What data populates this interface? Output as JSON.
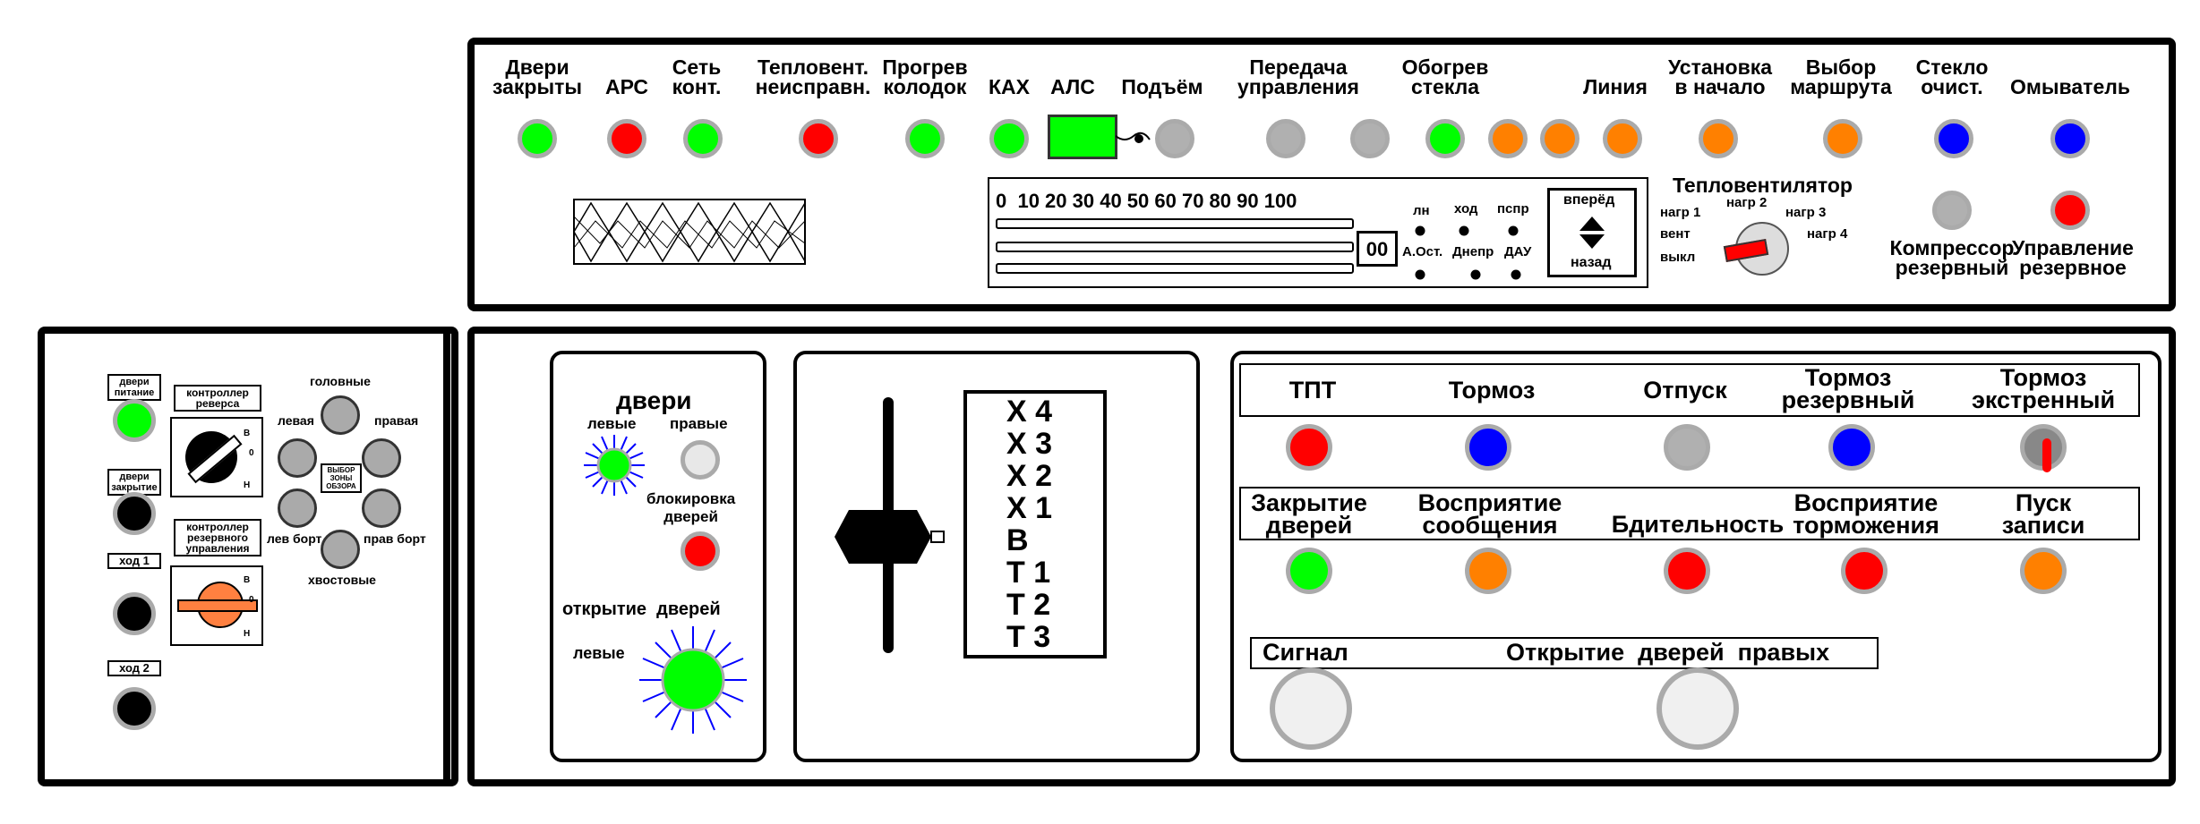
{
  "colors": {
    "green": "#00ff00",
    "red": "#ff0000",
    "gray": "#b0b0b0",
    "orange": "#ff8000",
    "blue": "#0000ff",
    "black": "#000000",
    "white": "#ffffff"
  },
  "top": {
    "labels": {
      "doors_closed": "Двери\nзакрыты",
      "ars": "АРС",
      "contact_net": "Сеть\nконт.",
      "heatvent_fault": "Тепловент.\nнеисправн.",
      "pad_heat": "Прогрев\nколодок",
      "kah": "КАХ",
      "als": "АЛС",
      "lift": "Подъём",
      "control_transfer": "Передача\nуправления",
      "glass_heat": "Обогрев\nстекла",
      "line": "Линия",
      "reset_start": "Установка\nв начало",
      "route_select": "Выбор\nмаршрута",
      "wiper": "Стекло\nочист.",
      "washer": "Омыватель"
    },
    "speed_scale": "0  10 20 30 40 50 60 70 80 90 100",
    "counter": "00",
    "mode_labels": {
      "ln": "лн",
      "hod": "ход",
      "pspr": "пспр",
      "aost": "А.Ост.",
      "dnepr": "Днепр",
      "dau": "ДАУ"
    },
    "direction": {
      "forward": "вперёд",
      "back": "назад"
    },
    "heater": {
      "title": "Тепловентилятор",
      "positions": {
        "n1": "нагр 1",
        "n2": "нагр 2",
        "n3": "нагр 3",
        "n4": "нагр 4",
        "vent": "вент",
        "off": "выкл"
      }
    },
    "backup_compressor": "Компрессор\nрезервный",
    "backup_control": "Управление\nрезервное"
  },
  "left": {
    "door_power": "двери\nпитание",
    "reverse_controller": "контроллер\nреверса",
    "doors_close": "двери\nзакрытие",
    "backup_controller": "контроллер\nрезервного\nуправления",
    "hod1": "ход 1",
    "hod2": "ход 2",
    "switch_letters": {
      "b": "В",
      "zero": "0",
      "n": "Н"
    },
    "view_zone": {
      "head": "головные",
      "left": "левая",
      "right": "правая",
      "center": "ВЫБОР\nЗОНЫ\nОБЗОРА",
      "left_side": "лев борт",
      "right_side": "прав борт",
      "tail": "хвостовые"
    }
  },
  "doors": {
    "title": "двери",
    "left": "левые",
    "right": "правые",
    "lock": "блокировка\nдверей",
    "open_doors": "открытие  дверей",
    "left2": "левые"
  },
  "controller": {
    "positions": [
      "Х 4",
      "Х 3",
      "Х 2",
      "Х 1",
      "В",
      "Т 1",
      "Т 2",
      "Т 3"
    ],
    "prefix": [
      "Х",
      "Х",
      "Х",
      "Х",
      "В",
      "Т",
      "Т",
      "Т"
    ],
    "numbers": [
      "4",
      "3",
      "2",
      "1",
      "",
      "1",
      "2",
      "3"
    ]
  },
  "right": {
    "row1": [
      "ТПТ",
      "Тормоз",
      "Отпуск",
      "Тормоз\nрезервный",
      "Тормоз\nэкстренный"
    ],
    "row2": [
      "Закрытие\nдверей",
      "Восприятие\nсообщения",
      "Бдительность",
      "Восприятие\nторможения",
      "Пуск\nзаписи"
    ],
    "signal": "Сигнал",
    "open_right": "Открытие  дверей  правых"
  }
}
